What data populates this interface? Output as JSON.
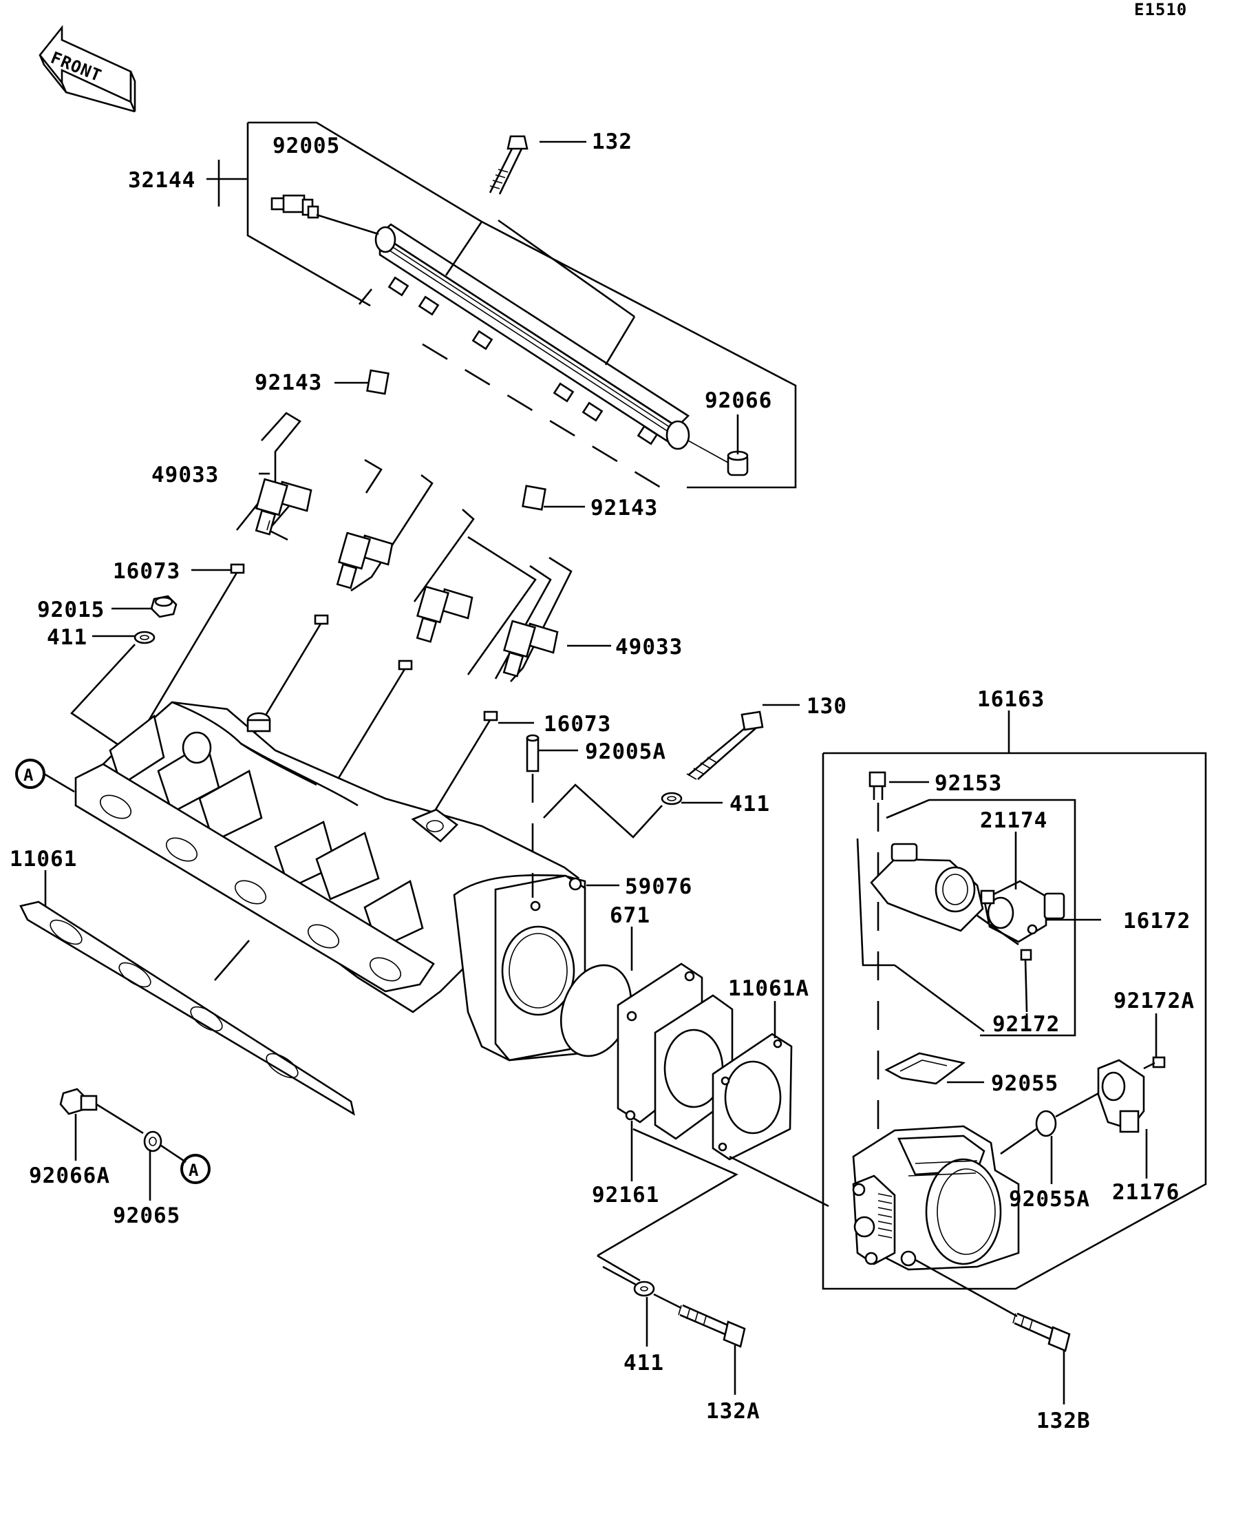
{
  "diagram_code": "E1510",
  "front_arrow": {
    "label": "FRONT",
    "icon": "front-direction-arrow-icon"
  },
  "section_markers": [
    "A",
    "A"
  ],
  "part_labels": {
    "p32144": "32144",
    "p92005": "92005",
    "p132": "132",
    "p92143_upper": "92143",
    "p92066": "92066",
    "p49033_left": "49033",
    "p92143_lower": "92143",
    "p16073_left": "16073",
    "p92015": "92015",
    "p411_upper": "411",
    "p49033_right": "49033",
    "p130": "130",
    "p16073_right": "16073",
    "p92005A": "92005A",
    "p411_mid": "411",
    "p16163": "16163",
    "p92153": "92153",
    "p21174": "21174",
    "p11061": "11061",
    "p59076": "59076",
    "p671": "671",
    "p16172": "16172",
    "p11061A": "11061A",
    "p92172": "92172",
    "p92172A": "92172A",
    "p92055": "92055",
    "p92066A": "92066A",
    "p92065": "92065",
    "p92161": "92161",
    "p92055A": "92055A",
    "p21176": "21176",
    "p411_lower": "411",
    "p132A": "132A",
    "p132B": "132B"
  }
}
